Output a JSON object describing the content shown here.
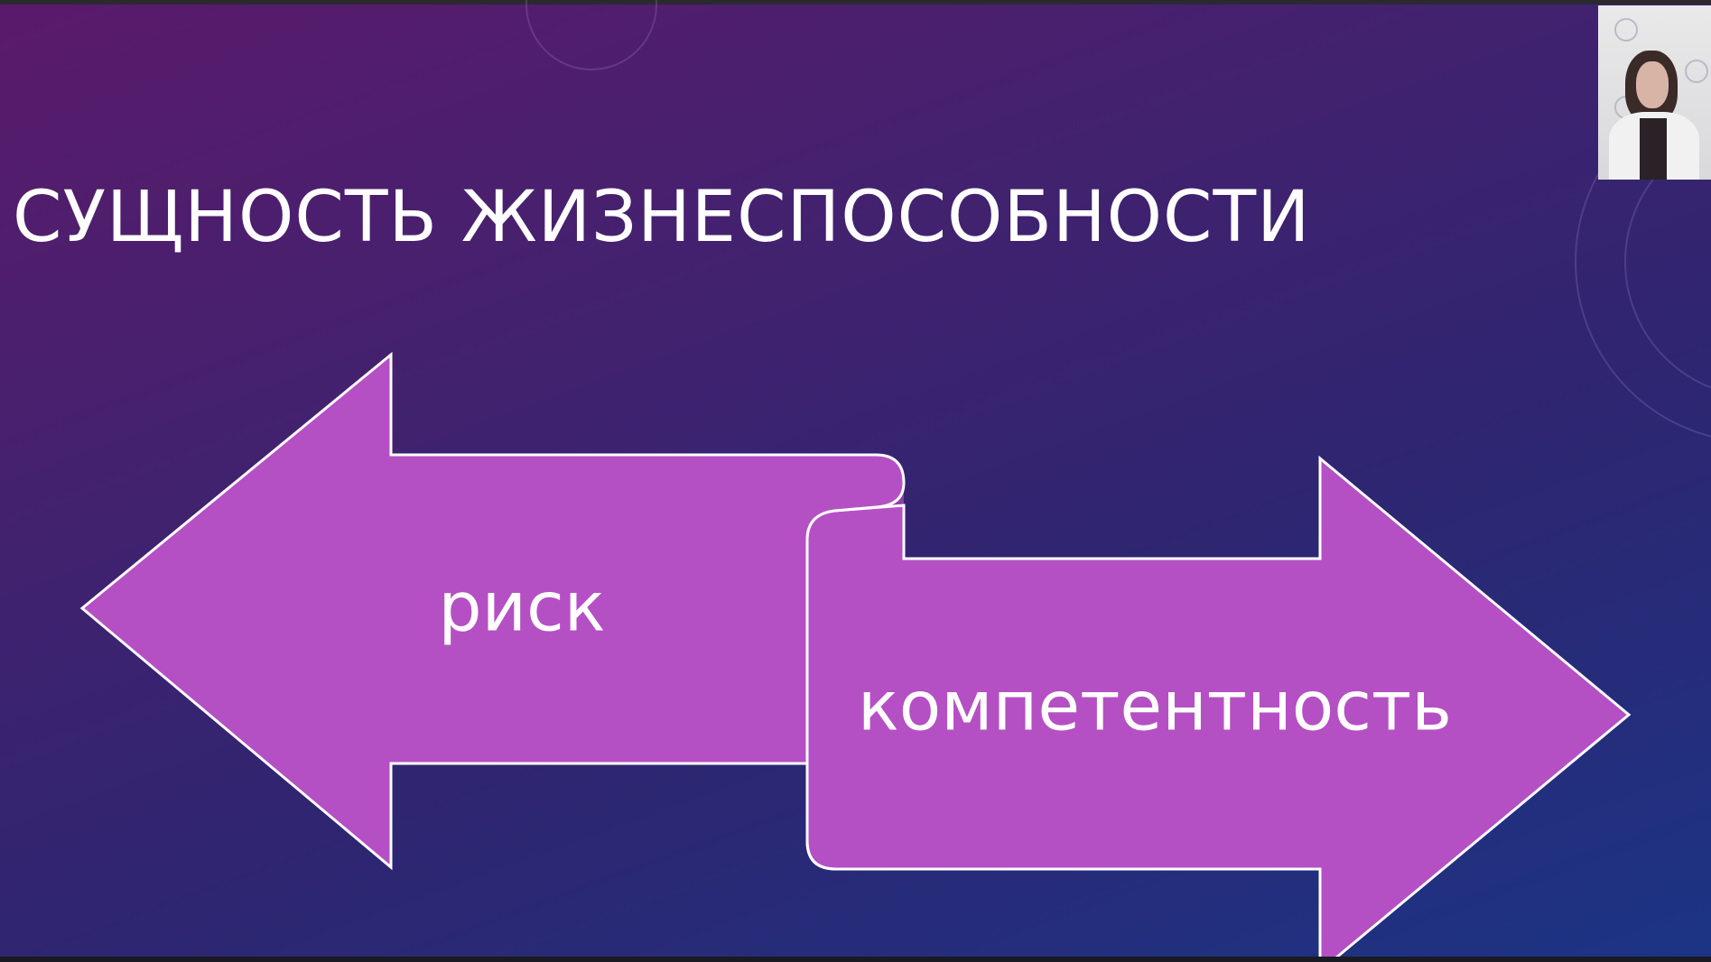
{
  "slide": {
    "title": "СУЩНОСТЬ ЖИЗНЕСПОСОБНОСТИ",
    "left_arrow_label": "риск",
    "right_arrow_label": "компетентность"
  },
  "colors": {
    "arrow_fill": "#b550c4",
    "arrow_curl_shadow": "#8f3fa0",
    "arrow_outline": "#ffffff",
    "background_top": "#5b1a6b",
    "background_bottom": "#1c3485"
  },
  "webcam": {
    "icon": "participant-video"
  }
}
